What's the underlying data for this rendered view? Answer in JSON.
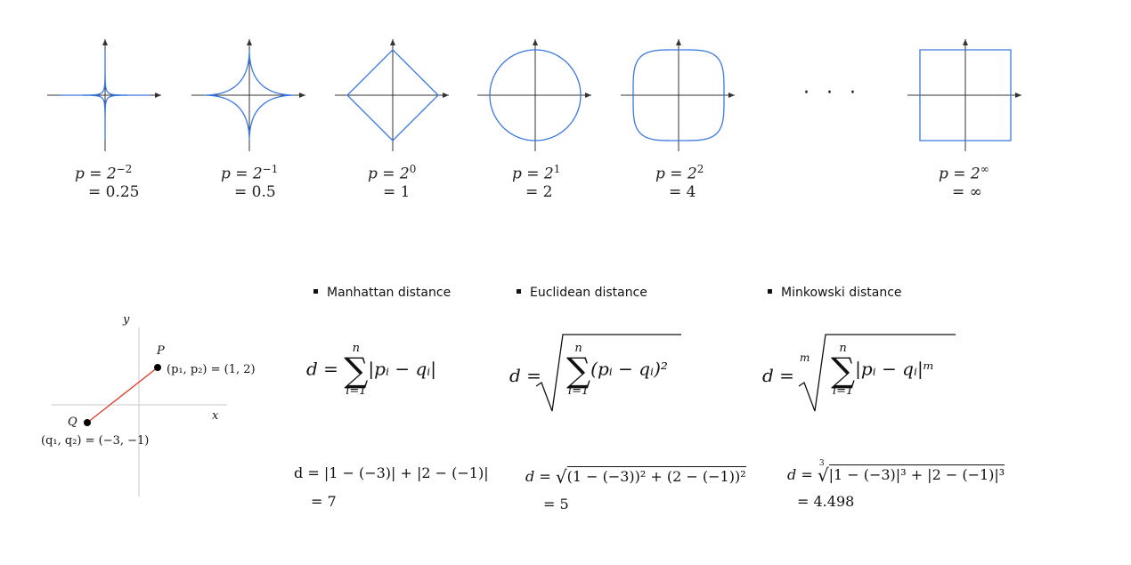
{
  "unit_balls": [
    {
      "p_expr": "p = 2",
      "p_exp": "−2",
      "p_value": "= 0.25",
      "shape": "astroid-sharp"
    },
    {
      "p_expr": "p = 2",
      "p_exp": "−1",
      "p_value": "= 0.5",
      "shape": "astroid"
    },
    {
      "p_expr": "p = 2",
      "p_exp": "0",
      "p_value": "= 1",
      "shape": "diamond"
    },
    {
      "p_expr": "p = 2",
      "p_exp": "1",
      "p_value": "= 2",
      "shape": "circle"
    },
    {
      "p_expr": "p = 2",
      "p_exp": "2",
      "p_value": "= 4",
      "shape": "superellipse"
    },
    {
      "p_expr": "p = 2",
      "p_exp": "∞",
      "p_value": "= ∞",
      "shape": "square"
    }
  ],
  "ellipsis": "· · ·",
  "colors": {
    "curve": "#3a78e0",
    "axis": "#333333",
    "segment": "#e03a2a",
    "point": "#000000"
  },
  "coordinate_plot": {
    "y_label": "y",
    "x_label": "x",
    "P_label": "P",
    "P_coords": "(p₁, p₂) = (1, 2)",
    "Q_label": "Q",
    "Q_coords": "(q₁, q₂) = (−3, −1)"
  },
  "distances": {
    "manhattan": {
      "title": "Manhattan distance",
      "formula_lhs": "d =",
      "sum_top": "n",
      "sum_bottom": "i=1",
      "summand": "|pᵢ − qᵢ|",
      "calc_line1": "d = |1 − (−3)| + |2 − (−1)|",
      "calc_line2": "= 7"
    },
    "euclidean": {
      "title": "Euclidean distance",
      "formula_lhs": "d =",
      "sum_top": "n",
      "sum_bottom": "i=1",
      "summand": "(pᵢ − qᵢ)²",
      "calc_lhs": "d =",
      "calc_radicand": "(1 − (−3))² + (2 − (−1))²",
      "calc_line2": "= 5"
    },
    "minkowski": {
      "title": "Minkowski distance",
      "formula_lhs": "d =",
      "root_index": "m",
      "sum_top": "n",
      "sum_bottom": "i=1",
      "summand": "|pᵢ − qᵢ|ᵐ",
      "calc_lhs": "d =",
      "calc_root_index": "3",
      "calc_radicand": "|1 − (−3)|³ + |2 − (−1)|³",
      "calc_line2": "= 4.498"
    }
  }
}
